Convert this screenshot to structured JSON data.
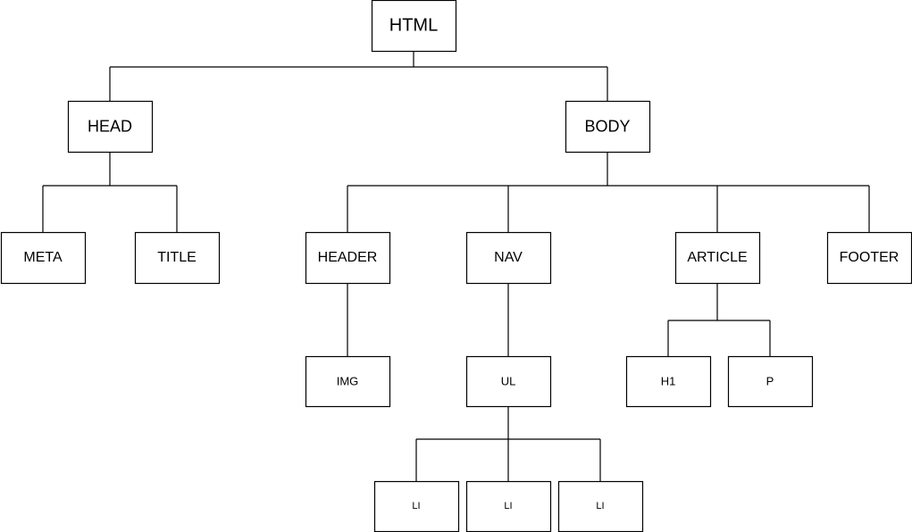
{
  "nodes": [
    {
      "id": "html",
      "label": "HTML"
    },
    {
      "id": "head",
      "label": "HEAD"
    },
    {
      "id": "body",
      "label": "BODY"
    },
    {
      "id": "meta",
      "label": "META"
    },
    {
      "id": "title",
      "label": "TITLE"
    },
    {
      "id": "header",
      "label": "HEADER"
    },
    {
      "id": "nav",
      "label": "NAV"
    },
    {
      "id": "article",
      "label": "ARTICLE"
    },
    {
      "id": "footer",
      "label": "FOOTER"
    },
    {
      "id": "img",
      "label": "IMG"
    },
    {
      "id": "ul",
      "label": "UL"
    },
    {
      "id": "h1",
      "label": "H1"
    },
    {
      "id": "p",
      "label": "P"
    },
    {
      "id": "li1",
      "label": "LI"
    },
    {
      "id": "li2",
      "label": "LI"
    },
    {
      "id": "li3",
      "label": "LI"
    }
  ],
  "edges": [
    {
      "from": "html",
      "to": "head"
    },
    {
      "from": "html",
      "to": "body"
    },
    {
      "from": "head",
      "to": "meta"
    },
    {
      "from": "head",
      "to": "title"
    },
    {
      "from": "body",
      "to": "header"
    },
    {
      "from": "body",
      "to": "nav"
    },
    {
      "from": "body",
      "to": "article"
    },
    {
      "from": "body",
      "to": "footer"
    },
    {
      "from": "header",
      "to": "img"
    },
    {
      "from": "nav",
      "to": "ul"
    },
    {
      "from": "article",
      "to": "h1"
    },
    {
      "from": "article",
      "to": "p"
    },
    {
      "from": "ul",
      "to": "li1"
    },
    {
      "from": "ul",
      "to": "li2"
    },
    {
      "from": "ul",
      "to": "li3"
    }
  ]
}
